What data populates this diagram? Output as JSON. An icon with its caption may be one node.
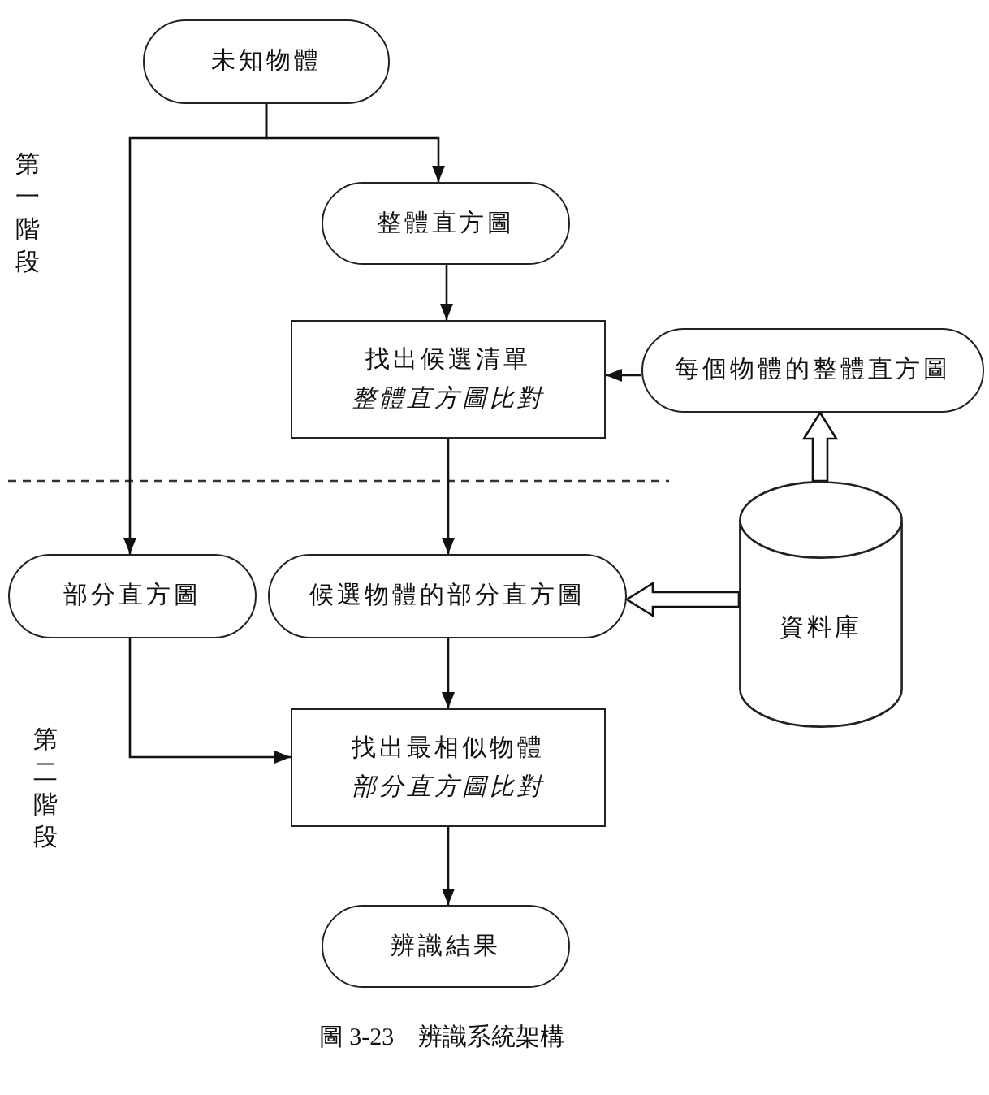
{
  "diagram": {
    "caption": "圖 3-23　辨識系統架構",
    "nodes": [
      {
        "text": [
          "未知物體"
        ]
      },
      {
        "text": [
          "整體直方圖"
        ]
      },
      {
        "text": [
          "找出候選清單",
          "整體直方圖比對"
        ]
      },
      {
        "text": [
          "每個物體的整體直方圖"
        ]
      },
      {
        "text": [
          "部分直方圖"
        ]
      },
      {
        "text": [
          "候選物體的部分直方圖"
        ]
      },
      {
        "text": [
          "資料庫"
        ]
      },
      {
        "text": [
          "找出最相似物體",
          "部分直方圖比對"
        ]
      },
      {
        "text": [
          "辨識結果"
        ]
      }
    ],
    "edges": [
      {
        "from": 0,
        "to": 1,
        "arrow": "to"
      },
      {
        "from": 0,
        "to": 4,
        "arrow": "to"
      },
      {
        "from": 1,
        "to": 2,
        "arrow": "to"
      },
      {
        "from": 3,
        "to": 2,
        "arrow": "to"
      },
      {
        "from": 6,
        "to": 3,
        "arrow": "to",
        "style": "thick"
      },
      {
        "from": 2,
        "to": 5,
        "arrow": "to"
      },
      {
        "from": 6,
        "to": 5,
        "arrow": "to",
        "style": "thick"
      },
      {
        "from": 5,
        "to": 7,
        "arrow": "to"
      },
      {
        "from": 4,
        "to": 7,
        "arrow": "to"
      },
      {
        "from": 7,
        "to": 8,
        "arrow": "to"
      }
    ],
    "labels": [
      "第一階段",
      "第二階段"
    ]
  }
}
